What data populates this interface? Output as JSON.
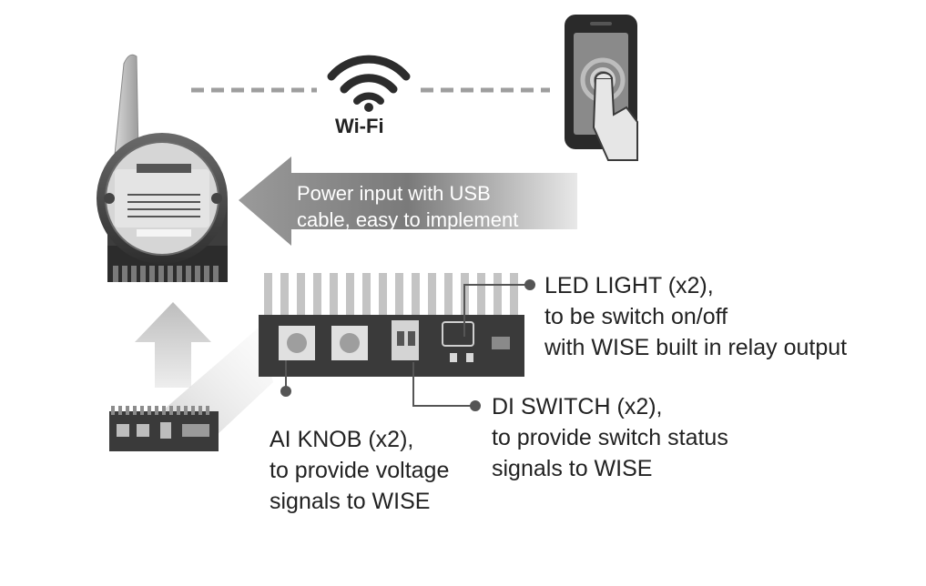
{
  "wifi": {
    "label": "Wi-Fi",
    "icon": "wifi-icon"
  },
  "power": {
    "line1": "Power input with USB",
    "line2": "cable, easy to implement"
  },
  "led": {
    "line1": "LED LIGHT (x2),",
    "line2": "to be switch on/off",
    "line3": "with WISE built in relay output"
  },
  "di": {
    "line1": "DI SWITCH (x2),",
    "line2": "to provide switch status",
    "line3": "signals to WISE"
  },
  "ai": {
    "line1": "AI KNOB (x2),",
    "line2": "to provide voltage",
    "line3": "signals to WISE"
  },
  "colors": {
    "arrow_dark": "#6e6e6e",
    "arrow_light": "#d9d9d9",
    "board": "#3a3a3a",
    "text": "#222222"
  }
}
